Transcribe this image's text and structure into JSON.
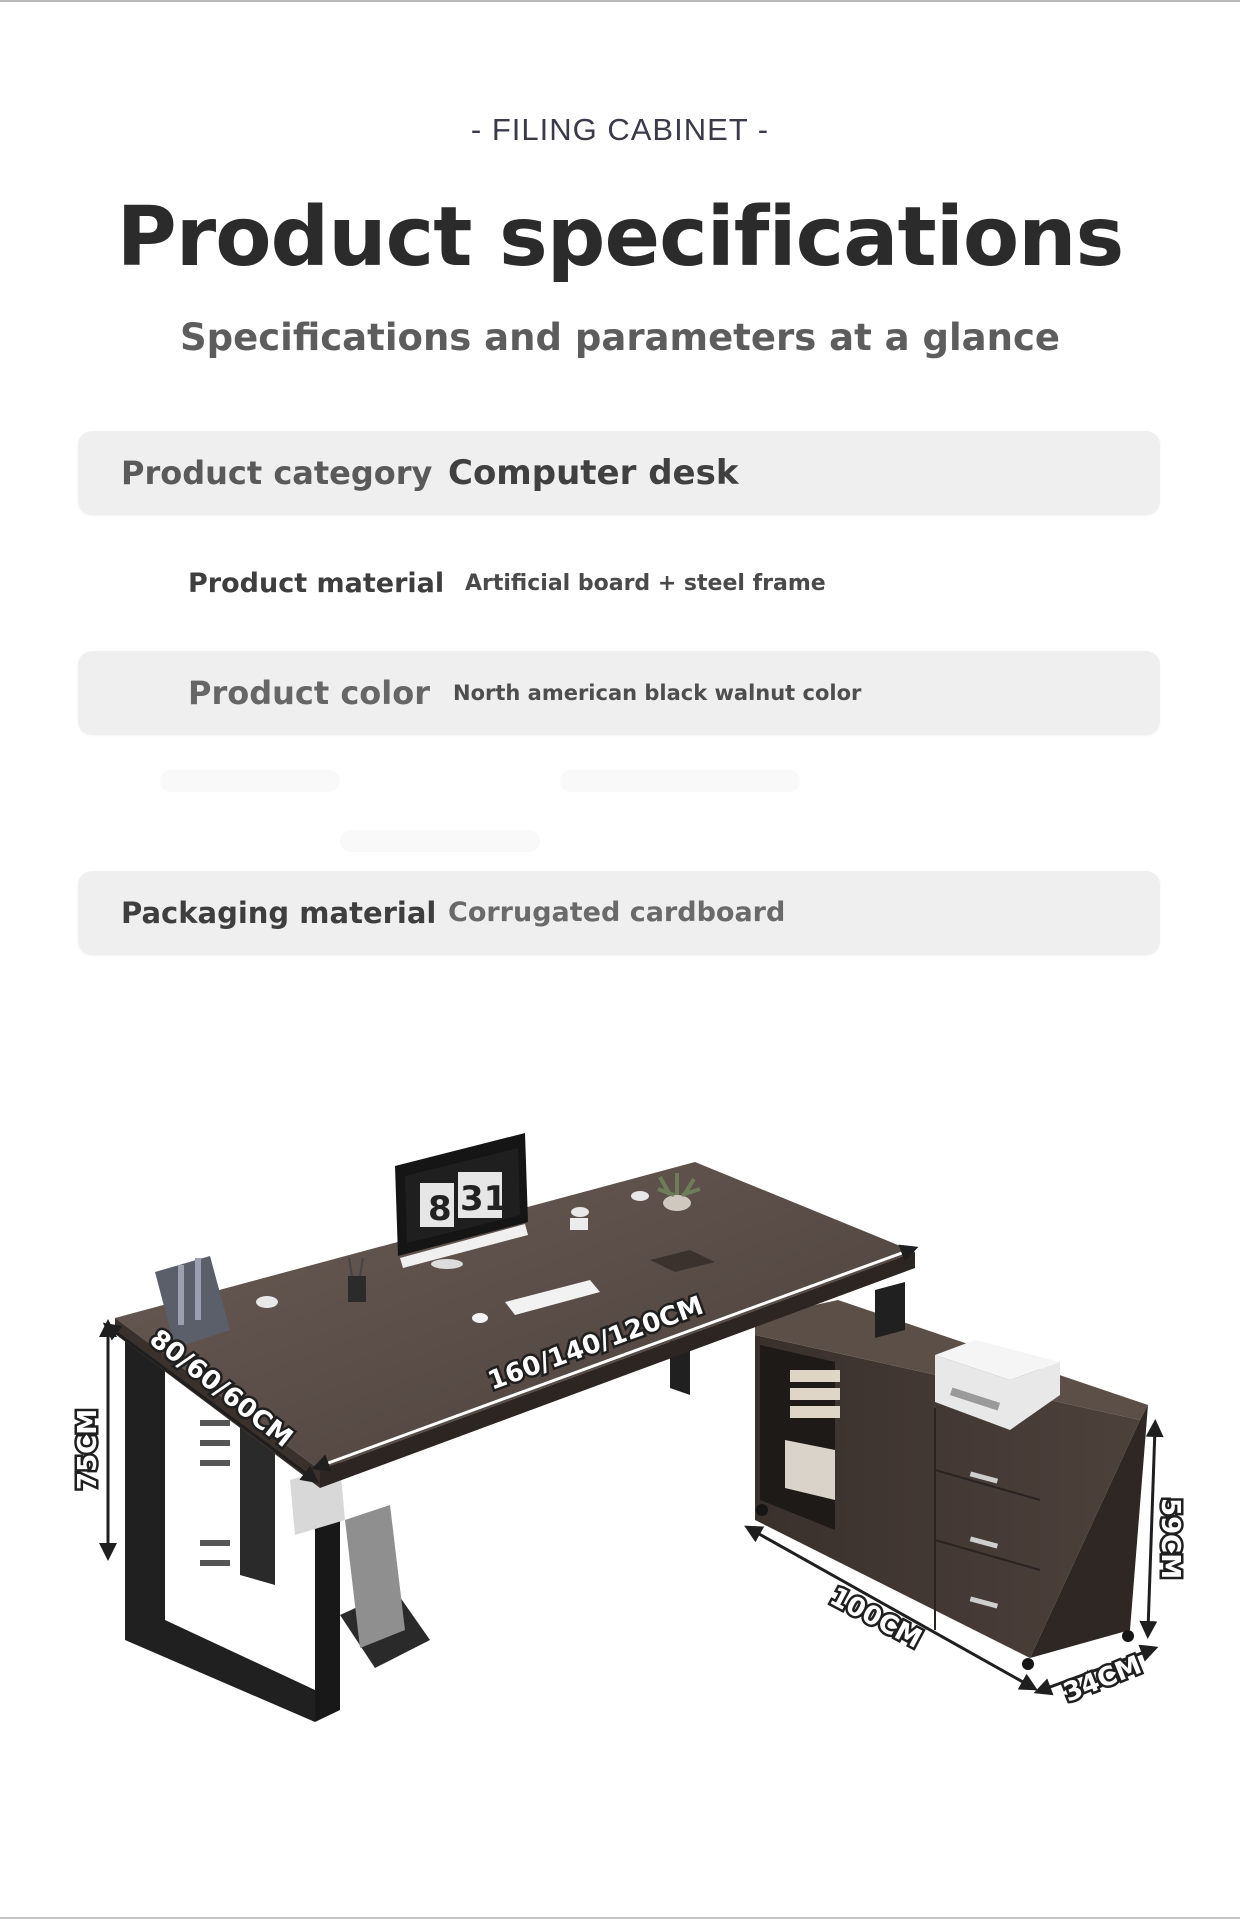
{
  "header": {
    "eyebrow": "- FILING CABINET -",
    "title": "Product specifications",
    "subtitle": "Specifications and parameters at a glance"
  },
  "specs": [
    {
      "label": "Product category",
      "value": "Computer desk"
    },
    {
      "label": "Product material",
      "value": "Artificial board + steel frame"
    },
    {
      "label": "Product color",
      "value": "North american black walnut color"
    },
    {
      "label": "Packaging material",
      "value": "Corrugated cardboard"
    }
  ],
  "illustration": {
    "clock": {
      "left": "8",
      "right": "31"
    },
    "dimensions": {
      "desk_depth": "80/60/60CM",
      "desk_length": "160/140/120CM",
      "desk_height": "75CM",
      "cabinet_length": "100CM",
      "cabinet_height": "59CM",
      "cabinet_depth": "34CM"
    }
  },
  "colors": {
    "desk_top": "#574a44",
    "cabinet_body": "#3e3531",
    "frame": "#202020",
    "row_background": "#efefef"
  }
}
